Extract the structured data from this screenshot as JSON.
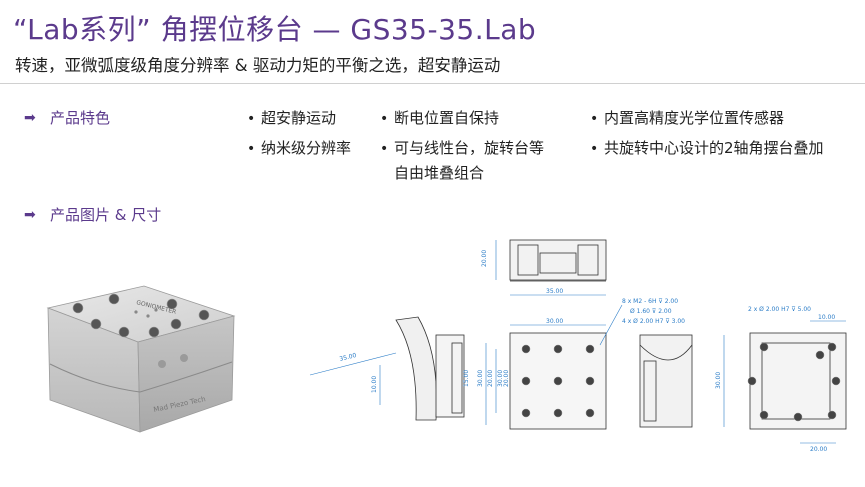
{
  "header": {
    "title": "“Lab系列” 角摆位移台 — GS35-35.Lab",
    "subtitle": "转速，亚微弧度级角度分辨率 & 驱动力矩的平衡之选，超安静运动"
  },
  "features": {
    "heading": "产品特色",
    "items": [
      {
        "text": "超安静运动"
      },
      {
        "text": "断电位置自保持"
      },
      {
        "text": "内置高精度光学位置传感器"
      },
      {
        "text": "纳米级分辨率"
      },
      {
        "text": "可与线性台，旋转台等",
        "cont": "自由堆叠组合"
      },
      {
        "text": "共旋转中心设计的2轴角摆台叠加"
      }
    ]
  },
  "images": {
    "heading": "产品图片 & 尺寸",
    "product_label": "GONIOMETER",
    "brand_label": "Mad Piezo Tech",
    "dims": {
      "top_width": "35.00",
      "top_height": "20.00",
      "thread_note": "8 x  M2 - 6H ⊽ 2.00",
      "pin_note_1": "Ø 1.60 ⊽ 2.00",
      "pin_note_2": "4 x Ø 2.00 H7 ⊽ 3.00",
      "front_width": "30.00",
      "front_h1": "30.00",
      "front_h2": "20.00",
      "front_h3": "30.00",
      "front_h4": "20.00",
      "side_h": "15.00",
      "radius_len": "35.00",
      "angle": "10.00",
      "right_note": "2 x Ø 2.00 H7 ⊽ 5.00",
      "right_top": "10.00",
      "right_h": "30.00",
      "right_w": "20.00"
    }
  },
  "colors": {
    "accent": "#5b3a8c",
    "dimension": "#2a7cc7"
  }
}
